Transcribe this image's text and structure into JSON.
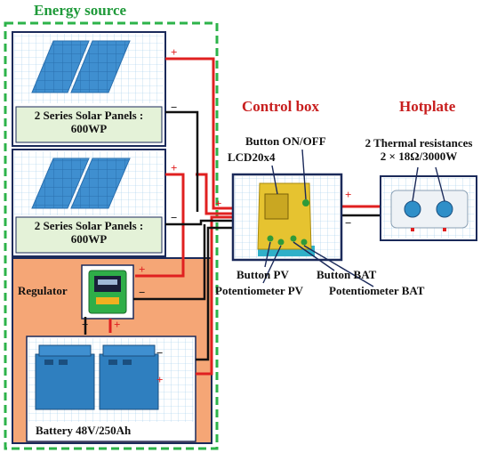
{
  "energy_source": {
    "title": "Energy source",
    "panel_group_1": {
      "label_line1": "2 Series Solar Panels :",
      "label_line2": "600WP"
    },
    "panel_group_2": {
      "label_line1": "2 Series Solar Panels :",
      "label_line2": "600WP"
    },
    "regulator_label": "Regulator",
    "battery_label": "Battery 48V/250Ah"
  },
  "control_box": {
    "title": "Control box",
    "lcd_label": "LCD20x4",
    "button_onoff_label": "Button ON/OFF",
    "button_pv_label": "Button PV",
    "pot_pv_label": "Potentiometer PV",
    "button_bat_label": "Button BAT",
    "pot_bat_label": "Potentiometer BAT"
  },
  "hotplate": {
    "title": "Hotplate",
    "resistances_label_line1": "2 Thermal resistances",
    "resistances_label_line2": "2 × 18Ω/3000W"
  },
  "polarity": {
    "plus": "+",
    "minus": "−"
  },
  "colors": {
    "frame_green": "#2db34a",
    "panel_label_bg": "#e4f2d8",
    "regulator_bg": "#f5a676",
    "positive_wire": "#e02020",
    "negative_wire": "#111111",
    "navy_box": "#1b2a5a",
    "red_title": "#c81e1e",
    "green_title": "#1f9a3a"
  }
}
